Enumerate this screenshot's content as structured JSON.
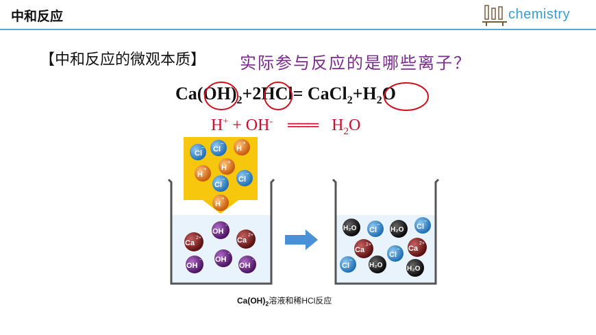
{
  "header": {
    "title": "中和反应",
    "logo_text": "chemistry"
  },
  "content": {
    "section_title": "【中和反应的微观本质】",
    "question": "实际参与反应的是哪些离子？",
    "equation": {
      "part1": "Ca(OH)",
      "sub1": "2",
      "part2": "+2HCl= CaCl",
      "sub2": "2",
      "part3": "+H",
      "sub3": "2",
      "part4": "O"
    },
    "ionic_equation": {
      "h": "H",
      "h_charge": "+",
      "plus": " + ",
      "oh": "OH",
      "oh_charge": "-",
      "equals": "═══",
      "water_h": "H",
      "water_sub": "2",
      "water_o": "O"
    },
    "caption": {
      "part1": "Ca(OH)",
      "sub": "2",
      "part2": "溶液和稀HCl反应"
    }
  },
  "colors": {
    "header_line": "#5aa8d6",
    "question": "#7a2c8e",
    "ionic": "#c8102e",
    "highlight_circle": "#d0101f",
    "chloride": "#1f6fb5",
    "hydrogen": "#e07a1a",
    "hydroxide": "#5b1f6e",
    "calcium": "#7a1a1a",
    "water": "#1a1a1a",
    "funnel": "#f5c400",
    "arrow": "#4a90d9"
  },
  "particles": {
    "cl": "Cl",
    "cl_charge": "−",
    "h": "H",
    "h_charge": "+",
    "oh": "OH",
    "oh_charge": "-",
    "ca": "Ca",
    "ca_charge": "2+",
    "water": "H₂O"
  }
}
